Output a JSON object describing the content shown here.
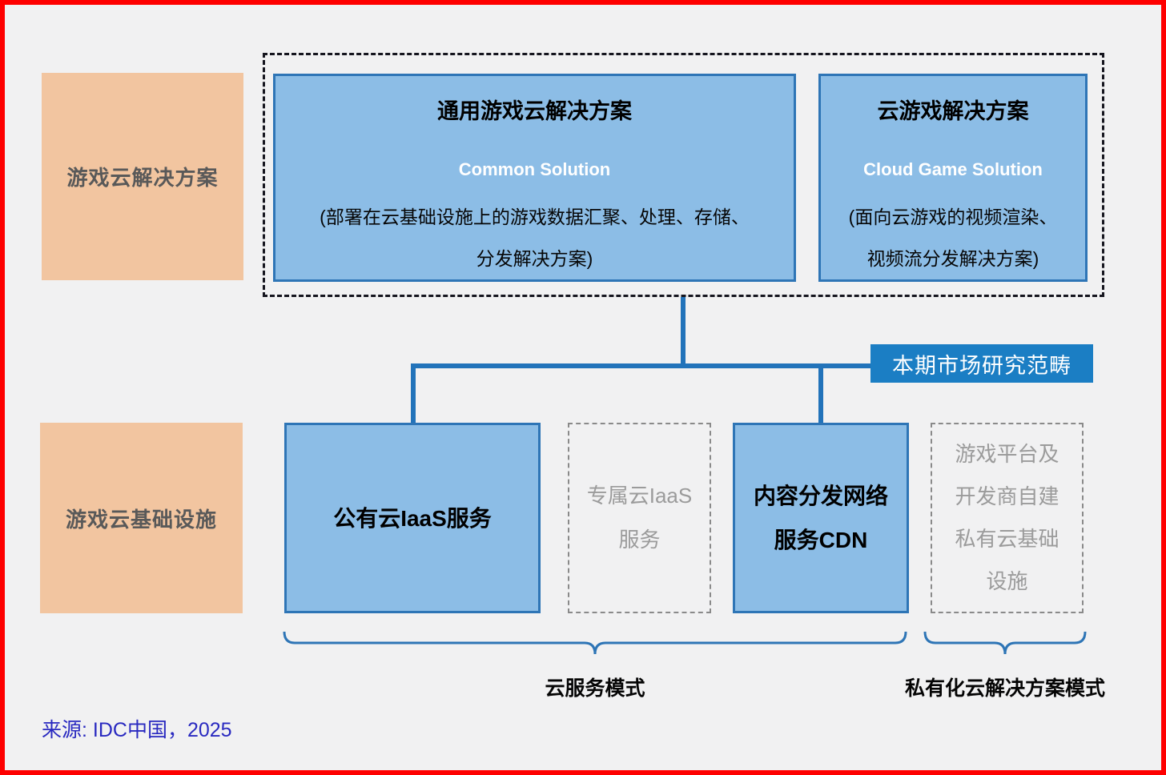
{
  "colors": {
    "frame": "#FE0000",
    "background": "#F1F1F2",
    "orange_fill": "#F2C5A0",
    "label_text": "#595959",
    "blue_fill": "#8CBDE6",
    "blue_border": "#2E75B6",
    "connector": "#2273BA",
    "scope_fill": "#1B7EC4",
    "gray_border": "#8A8A8A",
    "gray_text": "#9B9B9B",
    "dashed_outline": "#15151E",
    "source_text": "#2929C0"
  },
  "rows": {
    "solutions_label": "游戏云解决方案",
    "infrastructure_label": "游戏云基础设施"
  },
  "solutions": {
    "common": {
      "title": "通用游戏云解决方案",
      "subtitle": "Common Solution",
      "desc_line1": "(部署在云基础设施上的游戏数据汇聚、处理、存储、",
      "desc_line2": "分发解决方案)"
    },
    "cloud_game": {
      "title": "云游戏解决方案",
      "subtitle": "Cloud Game Solution",
      "desc_line1": "(面向云游戏的视频渲染、",
      "desc_line2": "视频流分发解决方案)"
    }
  },
  "scope_label": "本期市场研究范畴",
  "infrastructure": {
    "public_iaas": "公有云IaaS服务",
    "dedicated_iaas_line1": "专属云IaaS",
    "dedicated_iaas_line2": "服务",
    "cdn_line1": "内容分发网络",
    "cdn_line2": "服务CDN",
    "private_line1": "游戏平台及",
    "private_line2": "开发商自建",
    "private_line3": "私有云基础",
    "private_line4": "设施"
  },
  "modes": {
    "cloud_service": "云服务模式",
    "private_cloud": "私有化云解决方案模式"
  },
  "source": "来源: IDC中国，2025"
}
